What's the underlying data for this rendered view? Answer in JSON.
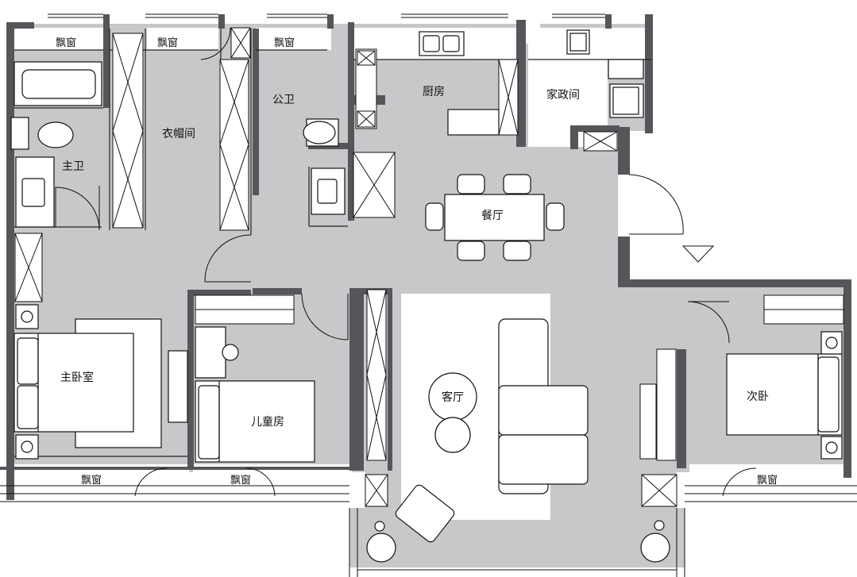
{
  "rooms": {
    "master_bath": "主卫",
    "cloakroom": "衣帽间",
    "public_bath": "公卫",
    "kitchen": "厨房",
    "utility_room": "家政间",
    "dining": "餐厅",
    "master_bedroom": "主卧室",
    "kids_room": "儿童房",
    "living_room": "客厅",
    "second_bedroom": "次卧"
  },
  "bay_window": "飘窗"
}
